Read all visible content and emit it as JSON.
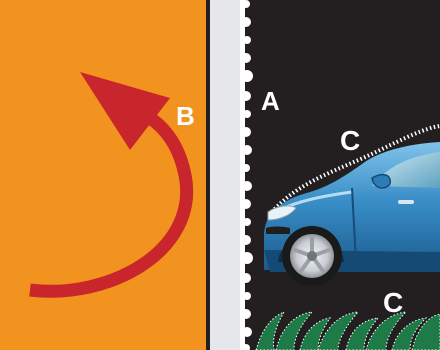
{
  "labels": {
    "a": "A",
    "b": "B",
    "c_top": "C",
    "c_bottom": "C"
  },
  "colors": {
    "orange_panel": "#F3931F",
    "arrow": "#C8252C",
    "divider_strip": "#E6E7EB",
    "dark_panel": "#231F20",
    "car_body": "#3A8FC8",
    "grass": "#1E7A47",
    "label_text": "#FFFFFF"
  },
  "icons": [
    "curved-arrow-icon",
    "car-icon",
    "grass-icon"
  ]
}
